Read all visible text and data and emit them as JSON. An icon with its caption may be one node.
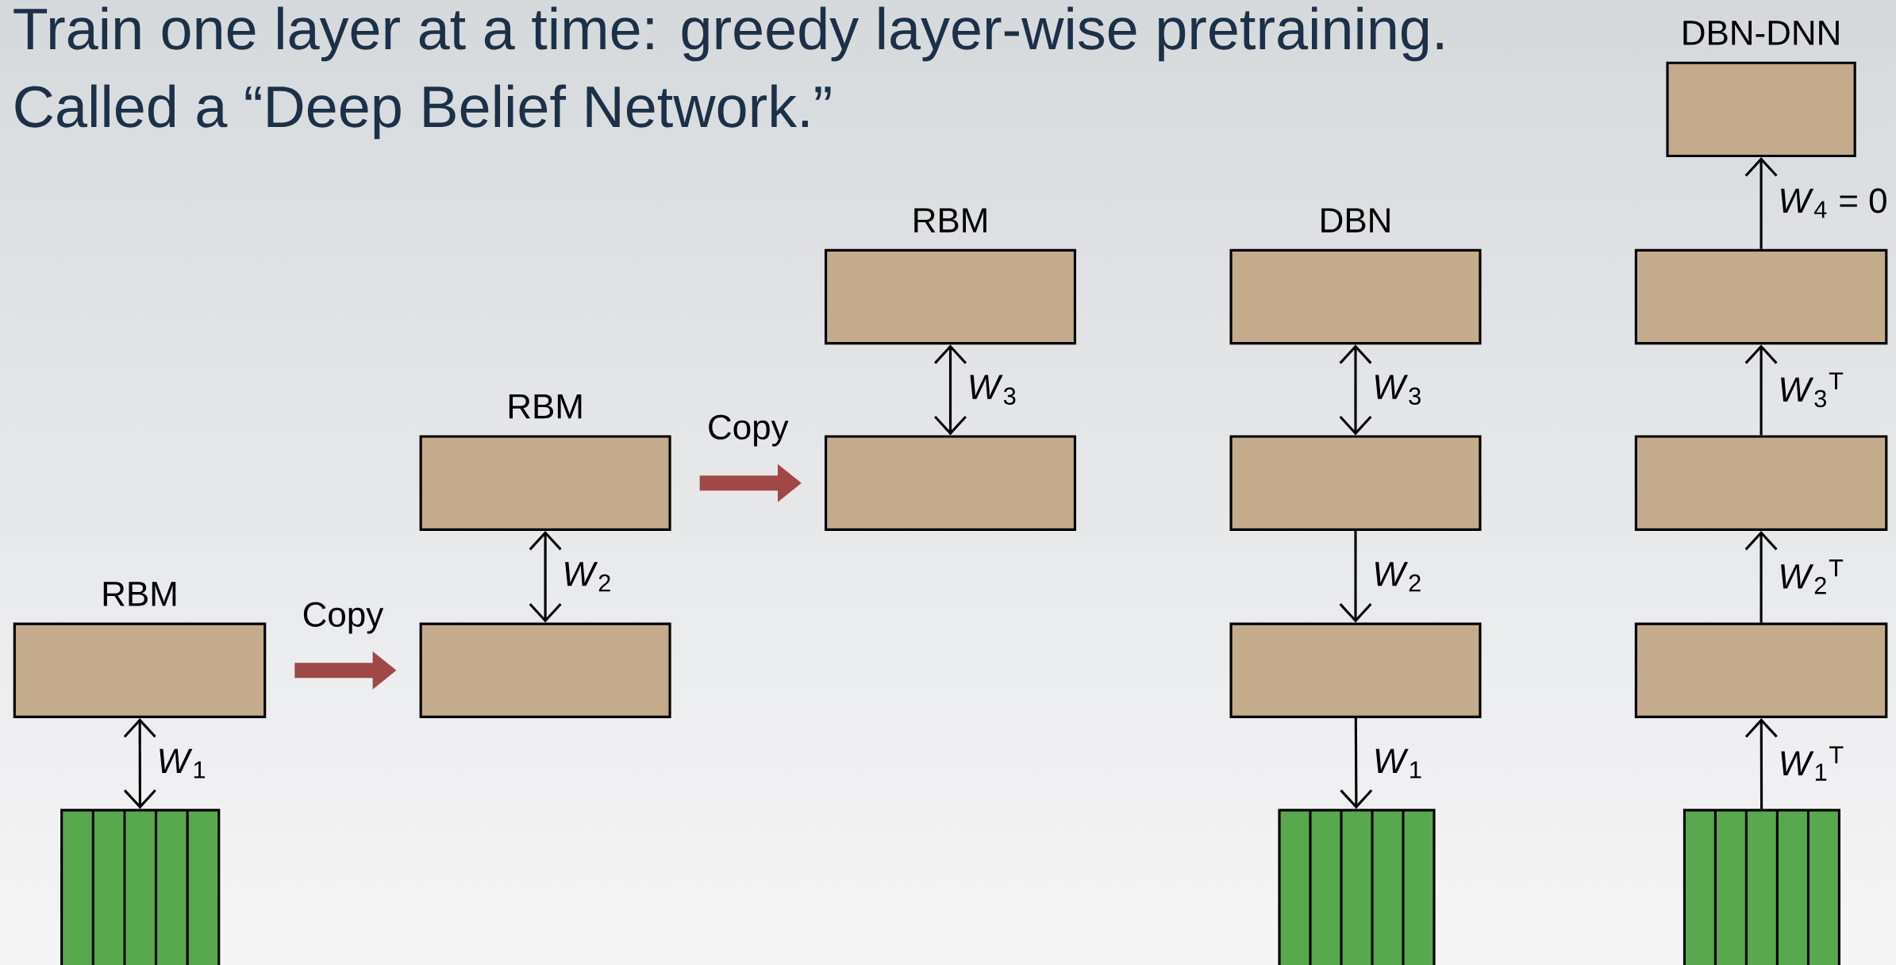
{
  "diagram": {
    "nodes": [
      {
        "text": [
          "RBM"
        ]
      },
      {
        "text": [],
        "shape": "bar"
      },
      {
        "text": [
          "RBM"
        ]
      },
      {
        "text": [],
        "shape": "box"
      },
      {
        "text": [
          "RBM"
        ]
      },
      {
        "text": [],
        "shape": "box"
      },
      {
        "text": [
          "DBN"
        ]
      },
      {
        "text": [],
        "shape": "box"
      },
      {
        "text": [],
        "shape": "box"
      },
      {
        "text": [],
        "shape": "bar"
      },
      {
        "text": [
          "DBN-DNN"
        ]
      },
      {
        "text": [],
        "shape": "box"
      },
      {
        "text": [],
        "shape": "box"
      },
      {
        "text": [],
        "shape": "box"
      },
      {
        "text": [],
        "shape": "bar"
      }
    ],
    "edges": [
      {
        "from": 0,
        "to": 1,
        "arrow": "both",
        "label": "*W*$_{1}$"
      },
      {
        "from": 0,
        "to": 3,
        "arrow": "to",
        "label": "Copy",
        "style": "thick",
        "color": "#a04848"
      },
      {
        "from": 2,
        "to": 3,
        "arrow": "both",
        "label": "*W*$_{2}$"
      },
      {
        "from": 2,
        "to": 5,
        "arrow": "to",
        "label": "Copy",
        "style": "thick",
        "color": "#a04848"
      },
      {
        "from": 4,
        "to": 5,
        "arrow": "both",
        "label": "*W*$_{3}$"
      },
      {
        "from": 6,
        "to": 7,
        "arrow": "both",
        "label": "*W*$_{3}$"
      },
      {
        "from": 7,
        "to": 8,
        "arrow": "to",
        "label": "*W*$_{2}$"
      },
      {
        "from": 8,
        "to": 9,
        "arrow": "to",
        "label": "*W*$_{1}$"
      },
      {
        "from": 14,
        "to": 13,
        "arrow": "to",
        "label": "*W*$_{1}$$^{T}$"
      },
      {
        "from": 13,
        "to": 12,
        "arrow": "to",
        "label": "*W*$_{2}$$^{T}$"
      },
      {
        "from": 12,
        "to": 11,
        "arrow": "to",
        "label": "*W*$_{3}$$^{T}$"
      },
      {
        "from": 11,
        "to": 10,
        "arrow": "to",
        "label": "*W*$_{4}$ = 0"
      }
    ],
    "labels": [
      "Train one layer at a time: greedy layer-wise pretraining.",
      "Called a “Deep Belief Network.”"
    ]
  }
}
